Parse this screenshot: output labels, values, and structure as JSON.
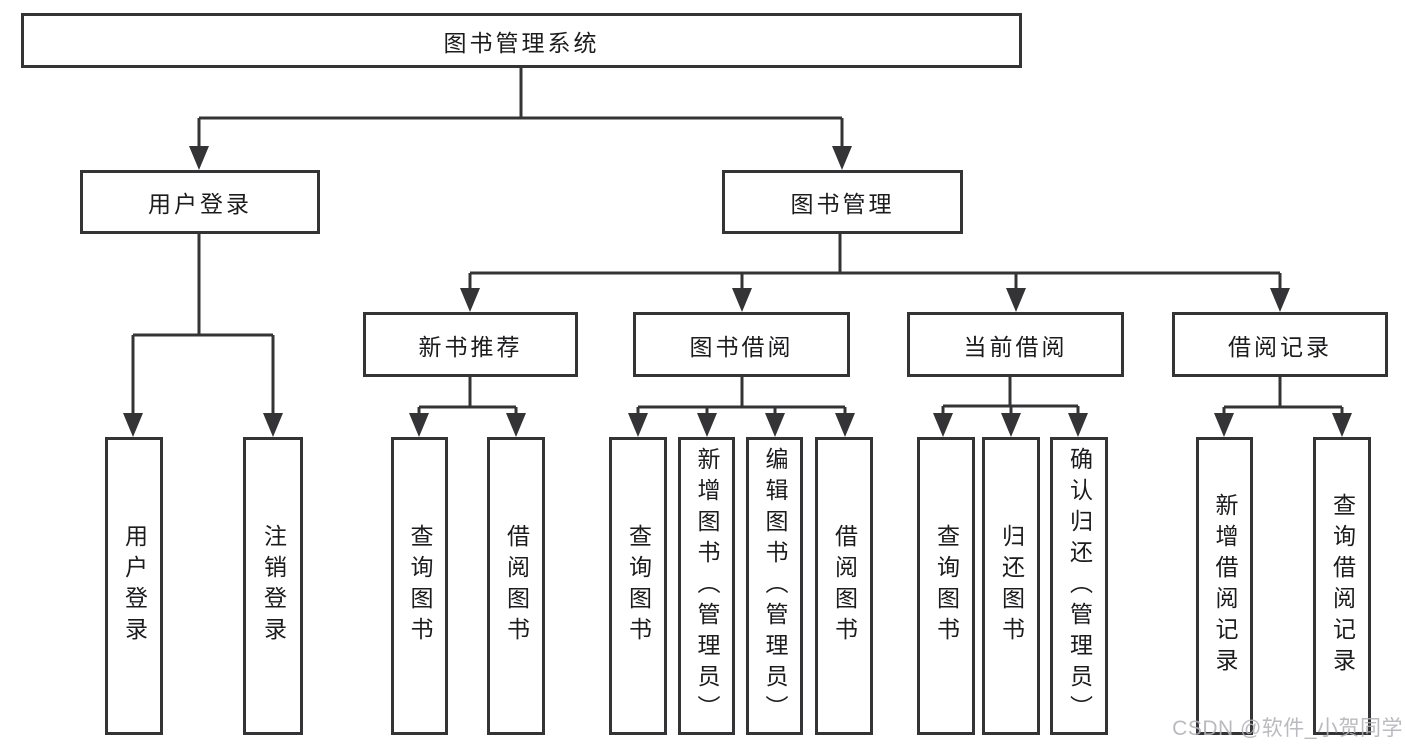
{
  "tree": {
    "label": "图书管理系统",
    "children": [
      {
        "label": "用户登录",
        "children": [
          {
            "label": "用户登录"
          },
          {
            "label": "注销登录"
          }
        ]
      },
      {
        "label": "图书管理",
        "children": [
          {
            "label": "新书推荐",
            "children": [
              {
                "label": "查询图书"
              },
              {
                "label": "借阅图书"
              }
            ]
          },
          {
            "label": "图书借阅",
            "children": [
              {
                "label": "查询图书"
              },
              {
                "label": "新增图书（管理员）"
              },
              {
                "label": "编辑图书（管理员）"
              },
              {
                "label": "借阅图书"
              }
            ]
          },
          {
            "label": "当前借阅",
            "children": [
              {
                "label": "查询图书"
              },
              {
                "label": "归还图书"
              },
              {
                "label": "确认归还（管理员）"
              }
            ]
          },
          {
            "label": "借阅记录",
            "children": [
              {
                "label": "新增借阅记录"
              },
              {
                "label": "查询借阅记录"
              }
            ]
          }
        ]
      }
    ]
  },
  "watermark": {
    "text": "CSDN @软件_小贺同学"
  },
  "colors": {
    "line": "#343436",
    "text": "#1c1c1e",
    "watermark": "#b1b1b7",
    "background": "#ffffff"
  }
}
